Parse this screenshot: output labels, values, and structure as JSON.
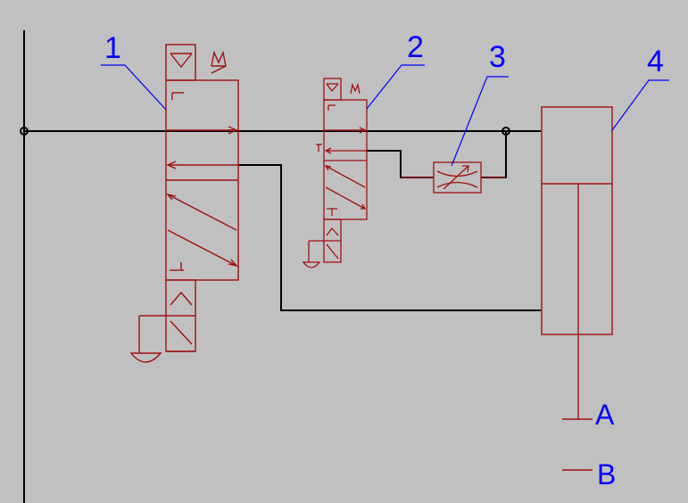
{
  "colors": {
    "background": "#c0c0c0",
    "pipe": "#000000",
    "component": "#a01010",
    "label": "#0000ff"
  },
  "labels": {
    "valve_main": "1",
    "valve_small": "2",
    "throttle": "3",
    "cylinder": "4",
    "position_a": "A",
    "position_b": "B"
  }
}
